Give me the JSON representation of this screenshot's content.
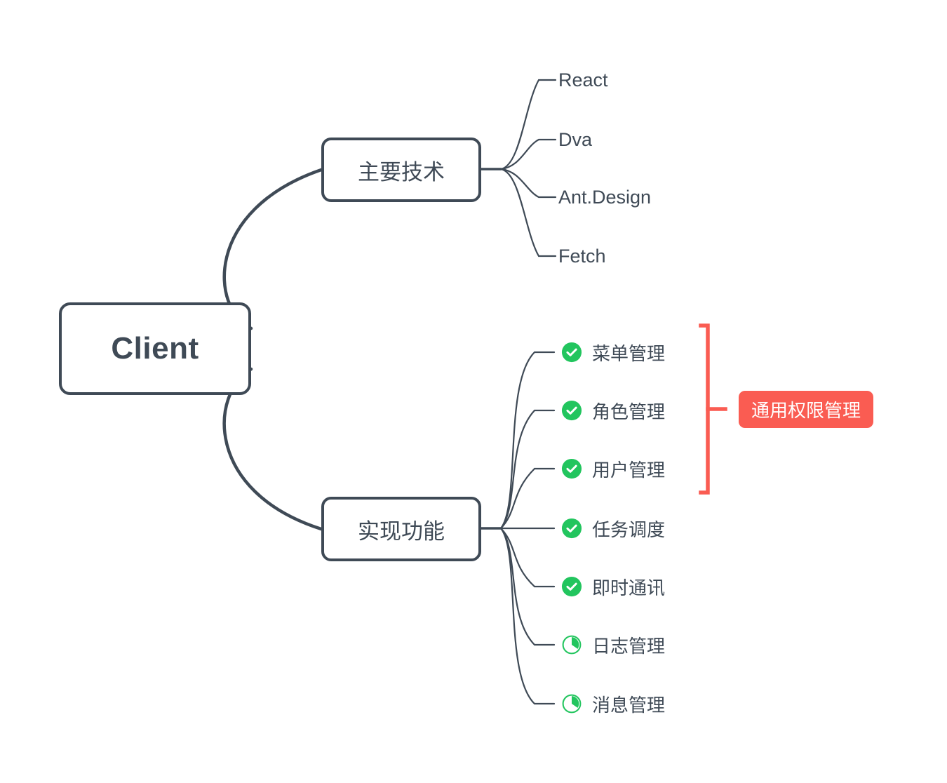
{
  "diagram": {
    "type": "mindmap",
    "title": "Client",
    "background_color": "#ffffff",
    "line_color": "#3f4a56",
    "text_color": "#3f4a56",
    "accent_green": "#22c55e",
    "accent_red": "#fa5c52"
  },
  "root": {
    "label": "Client"
  },
  "branches": [
    {
      "label": "主要技术",
      "children": [
        {
          "label": "React"
        },
        {
          "label": "Dva"
        },
        {
          "label": "Ant.Design"
        },
        {
          "label": "Fetch"
        }
      ]
    },
    {
      "label": "实现功能",
      "children": [
        {
          "label": "菜单管理",
          "status": "done",
          "status_icon": "check-circle-filled-icon"
        },
        {
          "label": "角色管理",
          "status": "done",
          "status_icon": "check-circle-filled-icon"
        },
        {
          "label": "用户管理",
          "status": "done",
          "status_icon": "check-circle-filled-icon"
        },
        {
          "label": "任务调度",
          "status": "done",
          "status_icon": "check-circle-filled-icon"
        },
        {
          "label": "即时通讯",
          "status": "done",
          "status_icon": "check-circle-filled-icon"
        },
        {
          "label": "日志管理",
          "status": "in-progress",
          "status_icon": "pie-progress-icon"
        },
        {
          "label": "消息管理",
          "status": "in-progress",
          "status_icon": "pie-progress-icon"
        }
      ]
    }
  ],
  "annotation": {
    "badge_label": "通用权限管理",
    "covers": [
      "菜单管理",
      "角色管理",
      "用户管理"
    ]
  }
}
